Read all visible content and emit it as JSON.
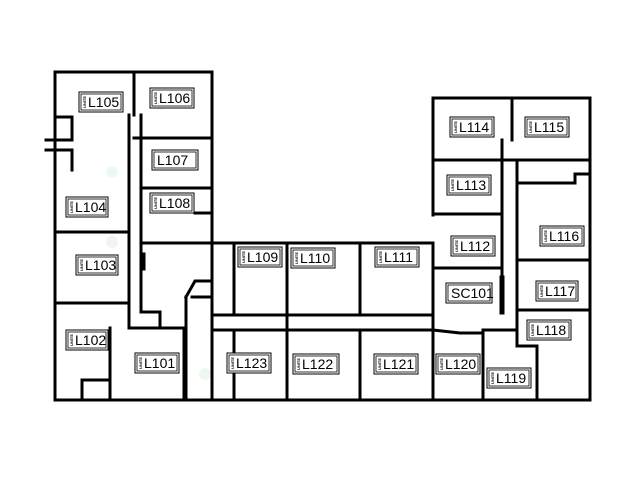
{
  "floor_plan": {
    "unit_tag": "UNITE",
    "rooms": [
      {
        "id": "r-L105",
        "label": "L105",
        "tag": true
      },
      {
        "id": "r-L106",
        "label": "L106",
        "tag": true
      },
      {
        "id": "r-L107",
        "label": "L107",
        "tag": false
      },
      {
        "id": "r-L108",
        "label": "L108",
        "tag": true
      },
      {
        "id": "r-L104",
        "label": "L104",
        "tag": true
      },
      {
        "id": "r-L103",
        "label": "L103",
        "tag": true
      },
      {
        "id": "r-L102",
        "label": "L102",
        "tag": true
      },
      {
        "id": "r-L101",
        "label": "L101",
        "tag": true
      },
      {
        "id": "r-L109",
        "label": "L109",
        "tag": true
      },
      {
        "id": "r-L110",
        "label": "L110",
        "tag": true
      },
      {
        "id": "r-L111",
        "label": "L111",
        "tag": true
      },
      {
        "id": "r-L112",
        "label": "L112",
        "tag": true
      },
      {
        "id": "r-L113",
        "label": "L113",
        "tag": true
      },
      {
        "id": "r-L114",
        "label": "L114",
        "tag": true
      },
      {
        "id": "r-L115",
        "label": "L115",
        "tag": true
      },
      {
        "id": "r-L116",
        "label": "L116",
        "tag": true
      },
      {
        "id": "r-L117",
        "label": "L117",
        "tag": true
      },
      {
        "id": "r-L118",
        "label": "L118",
        "tag": true
      },
      {
        "id": "r-L119",
        "label": "L119",
        "tag": true
      },
      {
        "id": "r-L120",
        "label": "L120",
        "tag": true
      },
      {
        "id": "r-L121",
        "label": "L121",
        "tag": true
      },
      {
        "id": "r-L122",
        "label": "L122",
        "tag": true
      },
      {
        "id": "r-L123",
        "label": "L123",
        "tag": true
      },
      {
        "id": "r-SC101",
        "label": "SC101",
        "tag": false
      }
    ]
  }
}
